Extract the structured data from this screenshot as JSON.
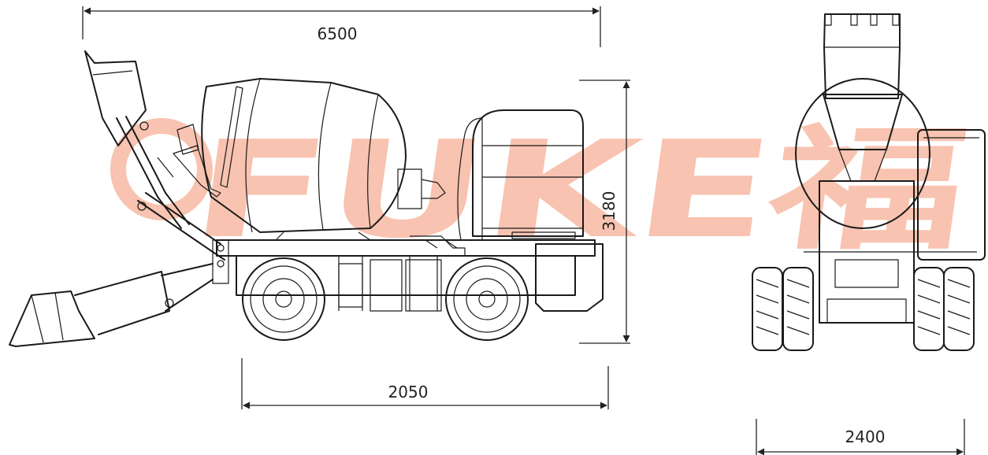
{
  "dimensions": {
    "overall_length": "6500",
    "height": "3180",
    "wheelbase": "2050",
    "width": "2400"
  },
  "watermark": {
    "text": "FUKE福",
    "color": "#f7b9a3"
  },
  "colors": {
    "line": "#1a1a1a",
    "background": "#ffffff"
  }
}
